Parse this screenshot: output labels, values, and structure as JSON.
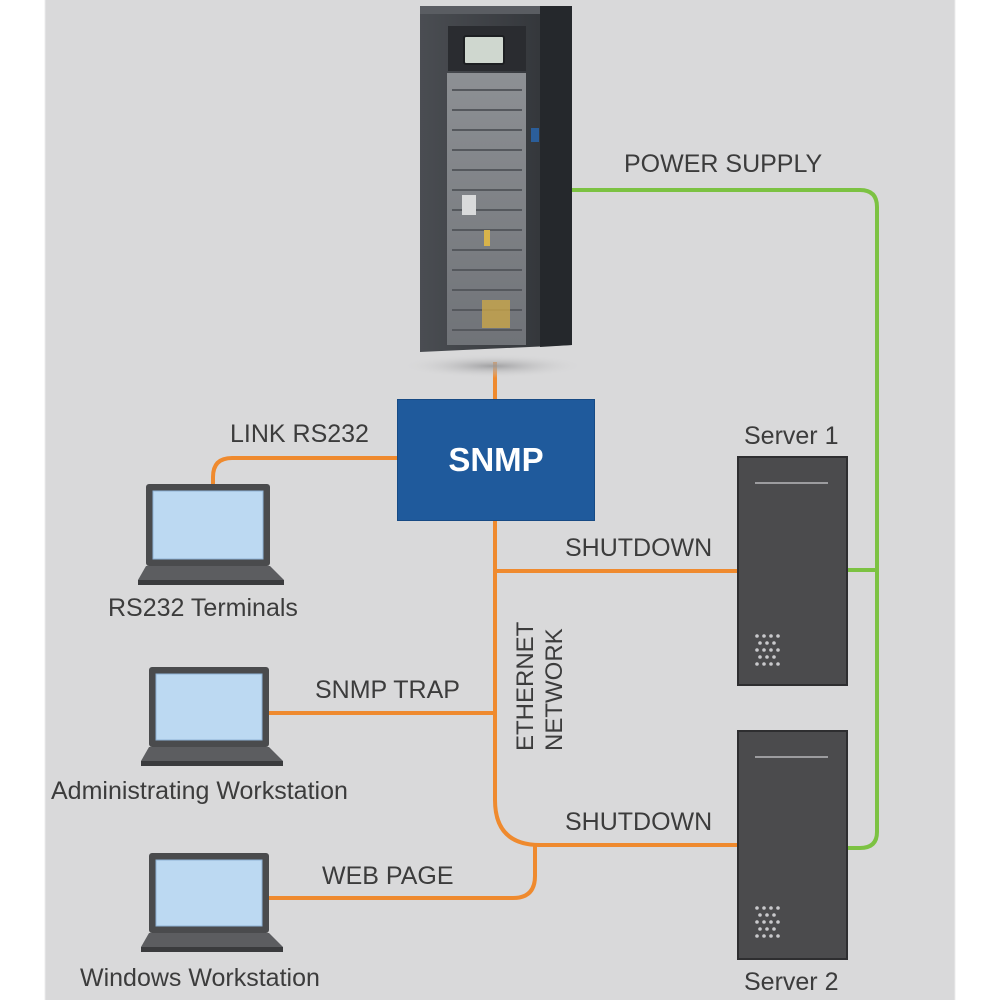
{
  "snmp_label": "SNMP",
  "links": {
    "power_supply": "POWER SUPPLY",
    "link_rs232": "LINK RS232",
    "shutdown_1": "SHUTDOWN",
    "shutdown_2": "SHUTDOWN",
    "snmp_trap": "SNMP TRAP",
    "web_page": "WEB PAGE",
    "ethernet_line1": "ETHERNET",
    "ethernet_line2": "NETWORK"
  },
  "devices": {
    "server1": "Server 1",
    "server2": "Server 2",
    "rs232_terminals": "RS232 Terminals",
    "admin_workstation": "Administrating Workstation",
    "windows_workstation": "Windows Workstation"
  },
  "colors": {
    "ethernet_line": "#ef8a2e",
    "power_line": "#7cc242",
    "snmp_box": "#1f5a9c",
    "background": "#d9d9da"
  },
  "icons": [
    "ups-cabinet-icon",
    "laptop-icon",
    "server-tower-icon"
  ]
}
